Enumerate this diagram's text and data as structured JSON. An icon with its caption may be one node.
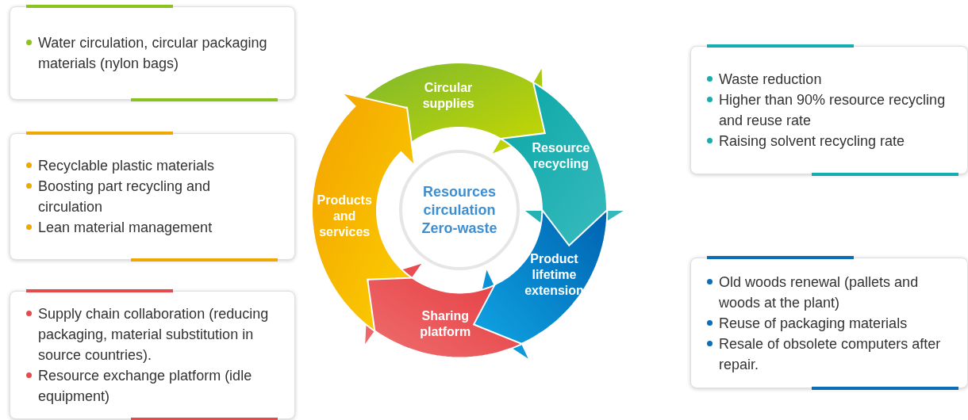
{
  "diagram": {
    "nodes": [
      {
        "text": [
          "Circular supplies"
        ]
      },
      {
        "text": [
          "Resource recycling"
        ]
      },
      {
        "text": [
          "Product lifetime extension"
        ]
      },
      {
        "text": [
          "Sharing platform"
        ]
      },
      {
        "text": [
          "Products and services"
        ]
      },
      {
        "text": [
          "Resources circulation Zero-waste"
        ]
      },
      {
        "text": [
          "Water circulation, circular packaging materials (nylon bags)"
        ]
      },
      {
        "text": [
          "Waste reduction",
          "Higher than 90% resource recycling and reuse rate",
          "Raising solvent recycling rate"
        ]
      },
      {
        "text": [
          "Old woods renewal (pallets and woods at the plant)",
          "Reuse of packaging materials",
          "Resale of obsolete computers after repair."
        ]
      },
      {
        "text": [
          "Supply chain collaboration (reducing packaging, material substitution in source countries).",
          "Resource exchange platform (idle equipment)"
        ]
      },
      {
        "text": [
          "Recyclable plastic materials",
          "Boosting part recycling and circulation",
          "Lean material management"
        ]
      }
    ],
    "edges": []
  }
}
